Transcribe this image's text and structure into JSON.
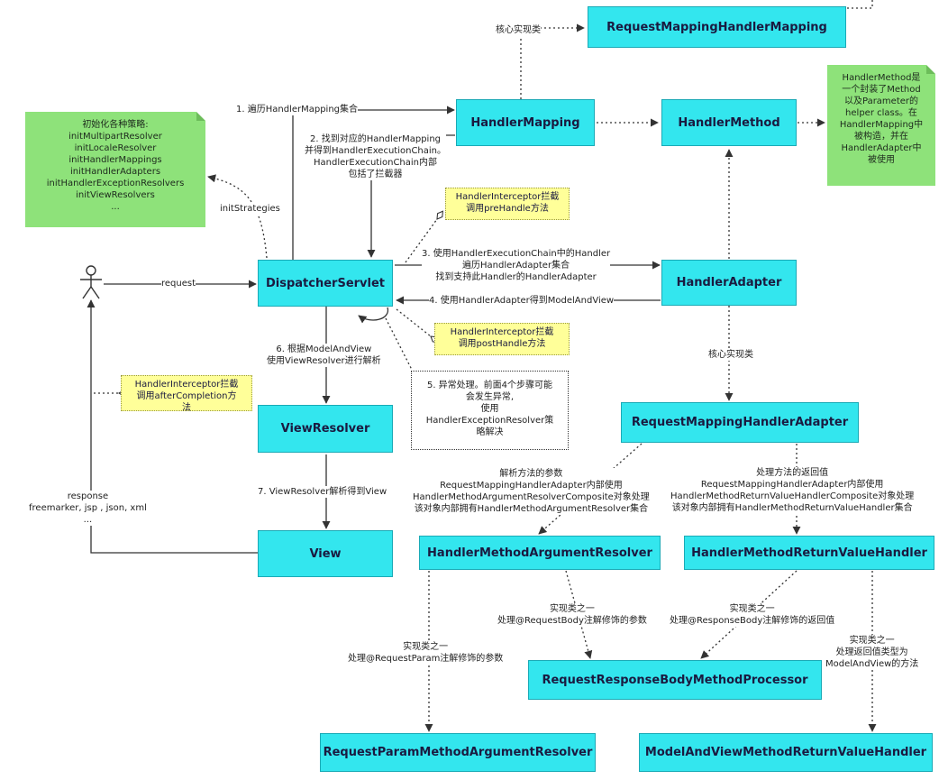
{
  "boxes": {
    "request_mapping_handler_mapping": "RequestMappingHandlerMapping",
    "handler_mapping": "HandlerMapping",
    "handler_method": "HandlerMethod",
    "dispatcher_servlet": "DispatcherServlet",
    "handler_adapter": "HandlerAdapter",
    "view_resolver": "ViewResolver",
    "view": "View",
    "request_mapping_handler_adapter": "RequestMappingHandlerAdapter",
    "handler_method_argument_resolver": "HandlerMethodArgumentResolver",
    "handler_method_return_value_handler": "HandlerMethodReturnValueHandler",
    "request_response_body_method_processor": "RequestResponseBodyMethodProcessor",
    "request_param_method_argument_resolver": "RequestParamMethodArgumentResolver",
    "model_and_view_method_return_value_handler": "ModelAndViewMethodReturnValueHandler"
  },
  "notes": {
    "init_strategies": [
      "初始化各种策略:",
      "initMultipartResolver",
      "initLocaleResolver",
      "initHandlerMappings",
      "initHandlerAdapters",
      "initHandlerExceptionResolvers",
      "initViewResolvers",
      "..."
    ],
    "handler_method_note": [
      "HandlerMethod是",
      "一个封装了Method",
      "以及Parameter的",
      "helper class。在",
      "HandlerMapping中",
      "被构造，并在",
      "HandlerAdapter中",
      "被使用"
    ],
    "pre_handle": [
      "HandlerInterceptor拦截",
      "调用preHandle方法"
    ],
    "post_handle": [
      "HandlerInterceptor拦截",
      "调用postHandle方法"
    ],
    "after_completion": [
      "HandlerInterceptor拦截",
      "调用afterCompletion方",
      "法"
    ],
    "exception": [
      "5. 异常处理。前面4个步骤可能",
      "会发生异常,",
      "使用",
      "HandlerExceptionResolver策",
      "略解决"
    ]
  },
  "labels": {
    "core_impl_top": "核心实现类",
    "step1": "1. 遍历HandlerMapping集合",
    "step2": [
      "2. 找到对应的HandlerMapping",
      "并得到HandlerExecutionChain。",
      "HandlerExecutionChain内部",
      "包括了拦截器"
    ],
    "init_strategies_label": "initStrategies",
    "request": "request",
    "step3": [
      "3. 使用HandlerExecutionChain中的Handler",
      "遍历HandlerAdapter集合",
      "找到支持此Handler的HandlerAdapter"
    ],
    "step4": "4. 使用HandlerAdapter得到ModelAndView",
    "step6": [
      "6. 根据ModelAndView",
      "使用ViewResolver进行解析"
    ],
    "step7": "7. ViewResolver解析得到View",
    "core_impl_mid": "核心实现类",
    "response": [
      "response",
      "freemarker, jsp , json, xml",
      "..."
    ],
    "arg_parse": [
      "解析方法的参数",
      "RequestMappingHandlerAdapter内部使用",
      "HandlerMethodArgumentResolverComposite对象处理",
      "该对象内部拥有HandlerMethodArgumentResolver集合"
    ],
    "ret_handle": [
      "处理方法的返回值",
      "RequestMappingHandlerAdapter内部使用",
      "HandlerMethodReturnValueHandlerComposite对象处理",
      "该对象内部拥有HandlerMethodReturnValueHandler集合"
    ],
    "impl_request_body_param": [
      "实现类之一",
      "处理@RequestBody注解修饰的参数"
    ],
    "impl_response_body": [
      "实现类之一",
      "处理@ResponseBody注解修饰的返回值"
    ],
    "impl_request_param": [
      "实现类之一",
      "处理@RequestParam注解修饰的参数"
    ],
    "impl_model_and_view": [
      "实现类之一",
      "处理返回值类型为",
      "ModelAndView的方法"
    ]
  },
  "colors": {
    "box_fill": "#33e6ee",
    "box_border": "#1aaab6",
    "green_note": "#8ee27a",
    "yellow_note": "#ffff99",
    "line": "#333333"
  }
}
